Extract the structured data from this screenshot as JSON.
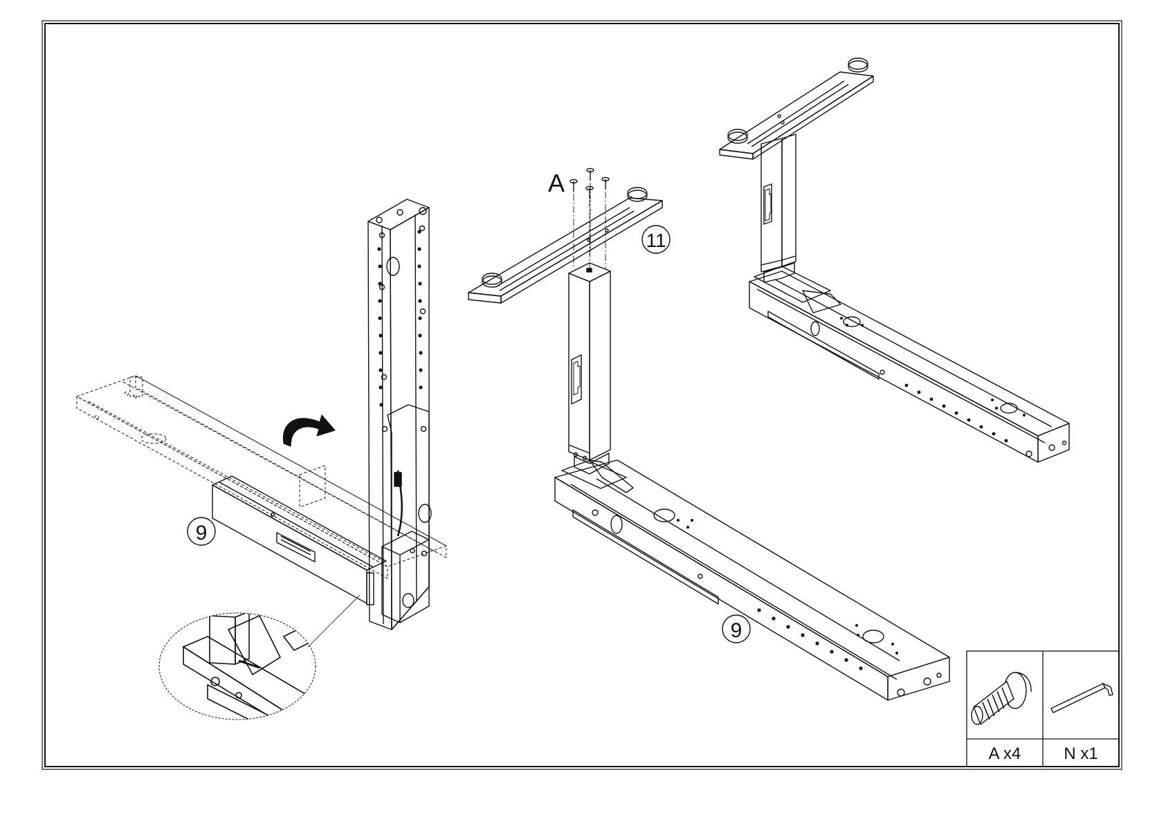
{
  "callouts": {
    "part_9_left": "9",
    "part_9_right": "9",
    "part_11": "11",
    "screw_label": "A"
  },
  "parts_table": {
    "items": [
      {
        "label": "A x4",
        "icon": "screw-icon"
      },
      {
        "label": "N x1",
        "icon": "hex-key-icon"
      }
    ]
  },
  "colors": {
    "line": "#111111",
    "background": "#ffffff"
  }
}
